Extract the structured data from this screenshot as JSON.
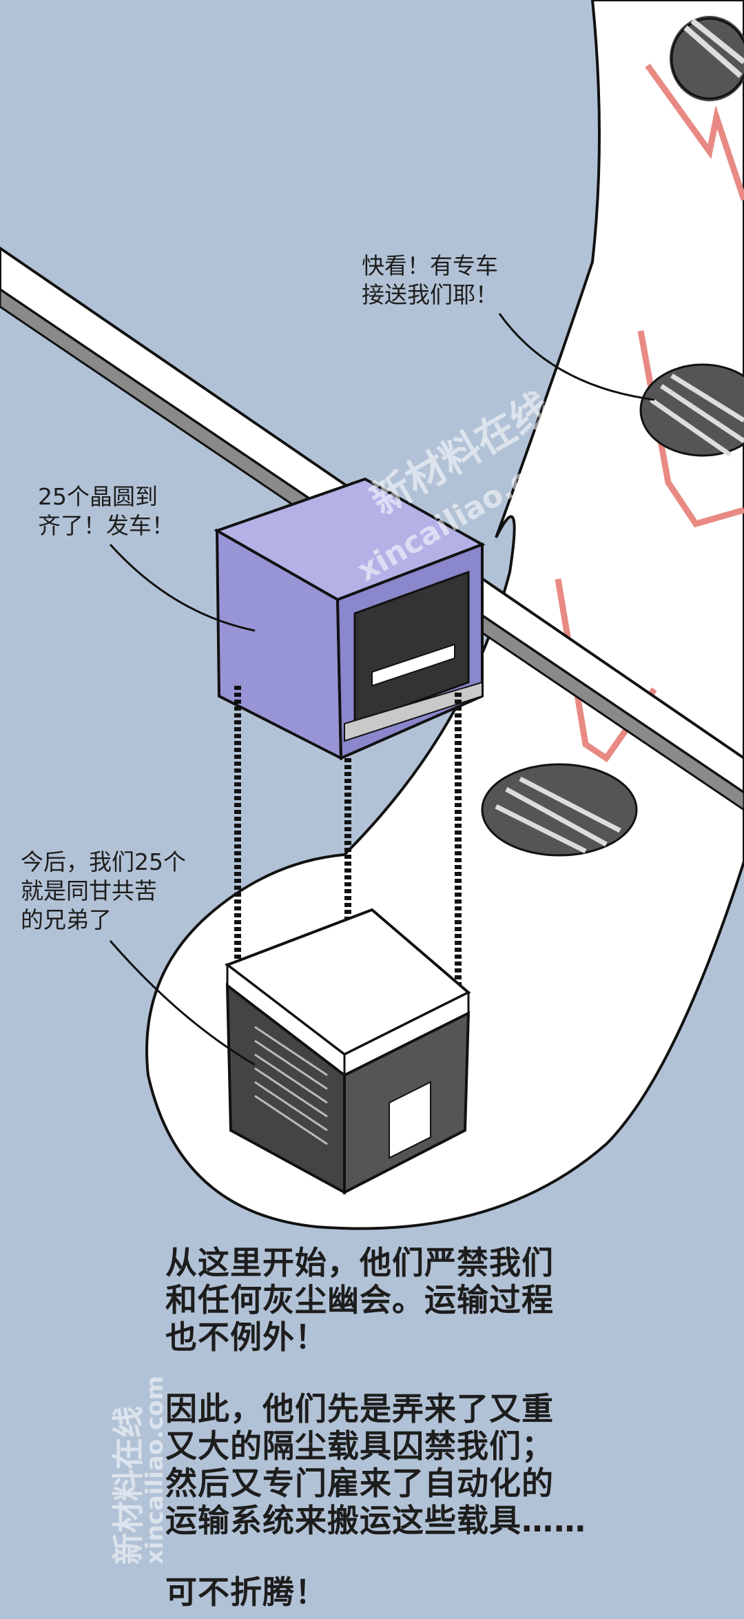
{
  "bubbles": {
    "top_right": {
      "line1": "快看！有专车",
      "line2": "接送我们耶！"
    },
    "left_mid": {
      "line1": "25个晶圆到",
      "line2": "齐了！发车！"
    },
    "left_low": {
      "line1": "今后，我们25个",
      "line2": "就是同甘共苦",
      "line3": "的兄弟了"
    }
  },
  "narration": {
    "para1": [
      "从这里开始，他们严禁我们",
      "和任何灰尘幽会。运输过程",
      "也不例外！"
    ],
    "para2": [
      "因此，他们先是弄来了又重",
      "又大的隔尘载具囚禁我们；",
      "然后又专门雇来了自动化的",
      "运输系统来搬运这些载具……"
    ],
    "para3": [
      "可不折腾！"
    ]
  },
  "watermark": {
    "brand_cn": "新材料在线",
    "brand_url": "xincailiao.com"
  },
  "colors": {
    "background": "#b2c2d6",
    "panel_white": "#ffffff",
    "robot_purple": "#9895d6",
    "laser_pink": "#e88a83",
    "pod_dark": "#444444"
  }
}
